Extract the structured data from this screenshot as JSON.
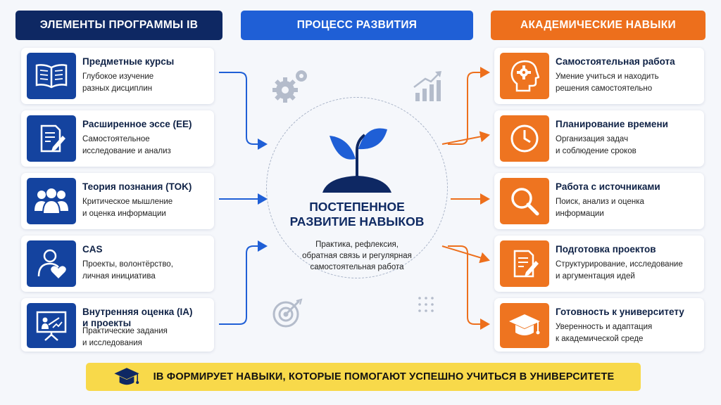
{
  "headers": {
    "left": "ЭЛЕМЕНТЫ ПРОГРАММЫ IB",
    "middle": "ПРОЦЕСС РАЗВИТИЯ",
    "right": "АКАДЕМИЧЕСКИЕ НАВЫКИ"
  },
  "left_cards": [
    {
      "icon": "book-icon",
      "title": [
        "Предметные курсы"
      ],
      "desc": [
        "Глубокое изучение",
        "разных дисциплин"
      ]
    },
    {
      "icon": "document-pencil-icon",
      "title": [
        "Расширенное эссе (EE)"
      ],
      "desc": [
        "Самостоятельное",
        "исследование и анализ"
      ]
    },
    {
      "icon": "people-group-icon",
      "title": [
        "Теория познания (TOK)"
      ],
      "desc": [
        "Критическое мышление",
        "и оценка информации"
      ]
    },
    {
      "icon": "person-heart-icon",
      "title": [
        "CAS"
      ],
      "desc": [
        "Проекты, волонтёрство,",
        "личная инициатива"
      ]
    },
    {
      "icon": "presentation-board-icon",
      "title": [
        "Внутренняя оценка (IA)",
        "и проекты"
      ],
      "desc": [
        "Практические задания",
        "и исследования"
      ]
    }
  ],
  "center": {
    "title": [
      "ПОСТЕПЕННОЕ",
      "РАЗВИТИЕ НАВЫКОВ"
    ],
    "desc": [
      "Практика, рефлексия,",
      "обратная связь и регулярная",
      "самостоятельная работа"
    ]
  },
  "right_cards": [
    {
      "icon": "head-gear-icon",
      "title": [
        "Самостоятельная работа"
      ],
      "desc": [
        "Умение учиться и находить",
        "решения самостоятельно"
      ]
    },
    {
      "icon": "clock-icon",
      "title": [
        "Планирование времени"
      ],
      "desc": [
        "Организация задач",
        "и соблюдение сроков"
      ]
    },
    {
      "icon": "magnifier-icon",
      "title": [
        "Работа с источниками"
      ],
      "desc": [
        "Поиск, анализ и оценка",
        "информации"
      ]
    },
    {
      "icon": "document-edit-icon",
      "title": [
        "Подготовка проектов"
      ],
      "desc": [
        "Структурирование, исследование",
        "и аргументация идей"
      ]
    },
    {
      "icon": "graduation-cap-icon",
      "title": [
        "Готовность к университету"
      ],
      "desc": [
        "Уверенность и адаптация",
        "к академической среде"
      ]
    }
  ],
  "banner": {
    "icon": "graduation-cap-icon",
    "text": "IB ФОРМИРУЕТ НАВЫКИ, КОТОРЫЕ ПОМОГАЮТ УСПЕШНО УЧИТЬСЯ В УНИВЕРСИТЕТЕ"
  },
  "colors": {
    "navy": "#0e2863",
    "blue": "#1f5fd6",
    "orange": "#ed6f1c",
    "yellow": "#f8d94a",
    "green_leaves": "#1f5fd6"
  }
}
